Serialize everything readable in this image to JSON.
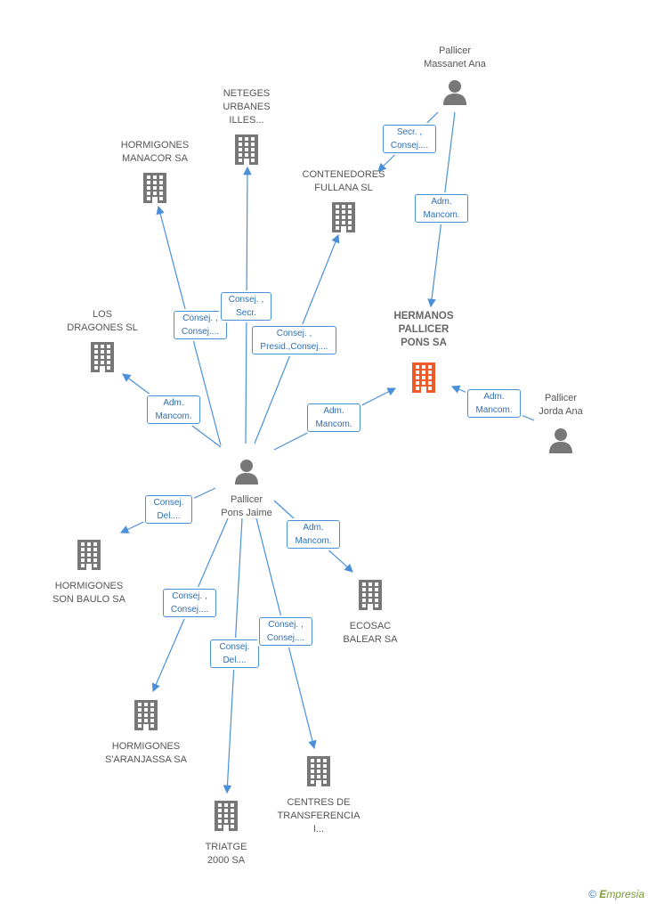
{
  "companies": {
    "hermanos": "HERMANOS\nPALLICER\nPONS SA",
    "netegues": "NETEGES\nURBANES\nILLES...",
    "manacor": "HORMIGONES\nMANACOR SA",
    "fullana": "CONTENEDORES\nFULLANA SL",
    "dragones": "LOS\nDRAGONES SL",
    "sonbaulo": "HORMIGONES\nSON BAULO SA",
    "ecosac": "ECOSAC\nBALEAR SA",
    "aranjassa": "HORMIGONES\nS'ARANJASSA SA",
    "centres": "CENTRES DE\nTRANSFERENCIA\nI...",
    "triatge": "TRIATGE\n2000 SA"
  },
  "persons": {
    "massanet": "Pallicer\nMassanet Ana",
    "jorda": "Pallicer\nJorda Ana",
    "jaime": "Pallicer\nPons Jaime"
  },
  "relations": {
    "r_massanet_fullana": "Secr. ,\nConsej....",
    "r_massanet_hermanos": "Adm.\nMancom.",
    "r_jorda_hermanos": "Adm.\nMancom.",
    "r_jaime_manacor": "Consej. ,\nConsej....",
    "r_jaime_netegues": "Consej. ,\nSecr.",
    "r_jaime_fullana": "Consej. ,\nPresid.,Consej....",
    "r_jaime_dragones": "Adm.\nMancom.",
    "r_jaime_hermanos": "Adm.\nMancom.",
    "r_jaime_sonbaulo": "Consej.\nDel....",
    "r_jaime_ecosac": "Adm.\nMancom.",
    "r_jaime_aranjassa": "Consej. ,\nConsej....",
    "r_jaime_triatge": "Consej.\nDel....",
    "r_jaime_centres": "Consej. ,\nConsej...."
  },
  "colors": {
    "edge": "#4a90d9",
    "building": "#777777",
    "building_main": "#f05a28",
    "person": "#777777"
  },
  "brand": {
    "symbol": "©",
    "name": "mpresia",
    "initial": "E"
  }
}
